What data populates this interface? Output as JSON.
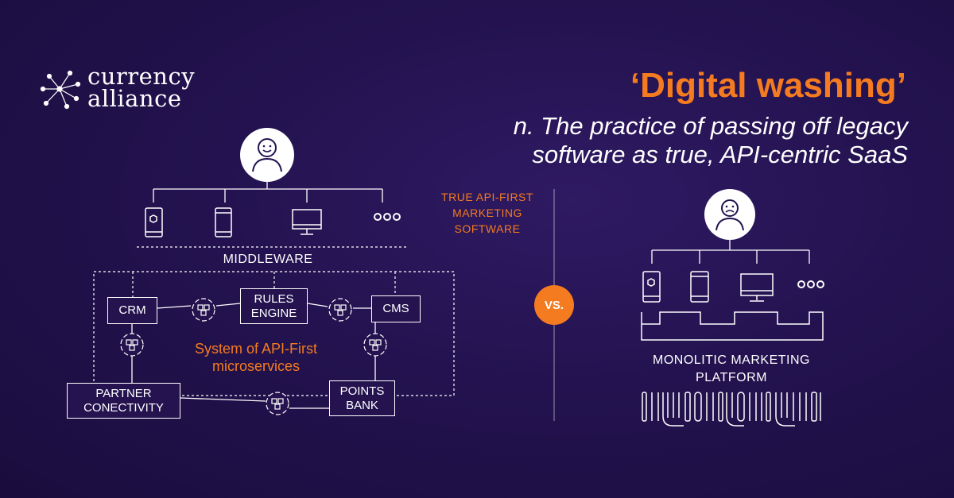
{
  "brand": {
    "line1": "currency",
    "line2": "alliance"
  },
  "headline": {
    "title": "‘Digital washing’",
    "definition_line1": "n. The practice of passing off legacy",
    "definition_line2": "software as true, API-centric SaaS"
  },
  "left_diagram": {
    "caption_line1": "TRUE API-FIRST",
    "caption_line2": "MARKETING",
    "caption_line3": "SOFTWARE",
    "user_icon": "smiley-user-icon",
    "devices": [
      "tablet-icon",
      "phone-icon",
      "monitor-icon",
      "more-dots-icon"
    ],
    "middleware_label": "MIDDLEWARE",
    "crm_label": "CRM",
    "rules_engine_line1": "RULES",
    "rules_engine_line2": "ENGINE",
    "cms_label": "CMS",
    "partner_line1": "PARTNER",
    "partner_line2": "CONECTIVITY",
    "points_line1": "POINTS",
    "points_line2": "BANK",
    "system_line1": "System of API-First",
    "system_line2": "microservices",
    "connector_icon": "api-cubes-icon"
  },
  "versus": {
    "label": "VS."
  },
  "right_diagram": {
    "user_icon": "sad-user-icon",
    "devices": [
      "tablet-icon",
      "phone-icon",
      "monitor-icon",
      "more-dots-icon"
    ],
    "platform_line1": "MONOLITIC MARKETING",
    "platform_line2": "PLATFORM",
    "legacy_icon": "tangled-code-icon"
  },
  "colors": {
    "accent": "#f47b20",
    "background": "#23124f",
    "line": "#ffffff"
  }
}
